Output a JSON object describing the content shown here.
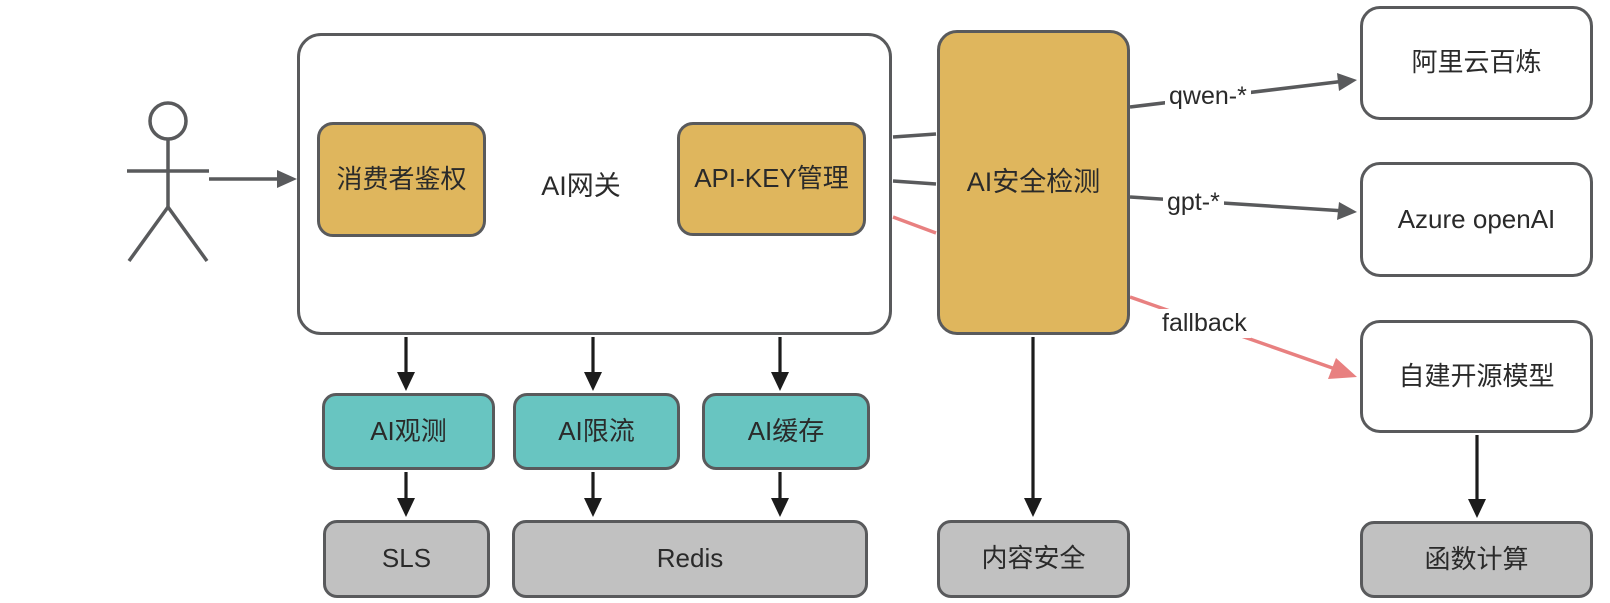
{
  "gateway": {
    "label": "AI网关",
    "modules": [
      {
        "label": "消费者鉴权"
      },
      {
        "label": "API-KEY管理"
      }
    ]
  },
  "security": {
    "label": "AI安全检测"
  },
  "plugins": [
    {
      "label": "AI观测"
    },
    {
      "label": "AI限流"
    },
    {
      "label": "AI缓存"
    }
  ],
  "stores": [
    {
      "label": "SLS"
    },
    {
      "label": "Redis"
    },
    {
      "label": "内容安全"
    },
    {
      "label": "函数计算"
    }
  ],
  "providers": [
    {
      "label": "阿里云百炼"
    },
    {
      "label": "Azure openAI"
    },
    {
      "label": "自建开源模型"
    }
  ],
  "routes": [
    {
      "label": "qwen-*"
    },
    {
      "label": "gpt-*"
    },
    {
      "label": "fallback"
    }
  ],
  "colors": {
    "accent_yellow": "#DFB65D",
    "accent_teal": "#68C5C1",
    "neutral_gray": "#C1C1C1",
    "line_dark": "#595A5C",
    "fallback_red": "#E88080",
    "arrow_black": "#1C1C1C",
    "text_dark": "#2A2A2A"
  }
}
